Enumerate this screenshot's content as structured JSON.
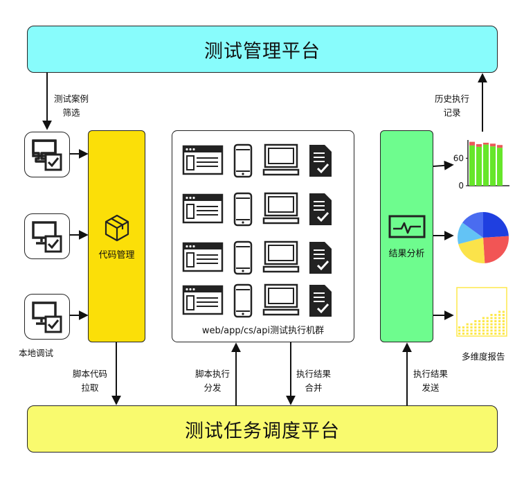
{
  "top_panel": {
    "title": "测试管理平台"
  },
  "bottom_panel": {
    "title": "测试任务调度平台"
  },
  "code_mgmt": {
    "label": "代码管理"
  },
  "result_analysis": {
    "label": "结果分析"
  },
  "cluster": {
    "label": "web/app/cs/api测试执行机群"
  },
  "local_debug": {
    "label": "本地调试"
  },
  "multi_report": {
    "label": "多维度报告"
  },
  "flows": {
    "case_filter": [
      "测试案例",
      "筛选"
    ],
    "history": [
      "历史执行",
      "记录"
    ],
    "pull_code": [
      "脚本代码",
      "拉取"
    ],
    "dispatch": [
      "脚本执行",
      "分发"
    ],
    "merge": [
      "执行结果",
      "合并"
    ],
    "send": [
      "执行结果",
      "发送"
    ]
  },
  "mini_bar": {
    "values": [
      88,
      85,
      90,
      86,
      83
    ],
    "caps": [
      8,
      6,
      4,
      6,
      6
    ],
    "ylim": [
      0,
      100
    ],
    "ticks": [
      "0",
      "60"
    ],
    "colors": {
      "bar": "#66e62a",
      "cap": "#ea5a5a"
    }
  },
  "mini_pie": {
    "slices": [
      {
        "value": 24,
        "color": "#1f3fe0"
      },
      {
        "value": 25,
        "color": "#f25555"
      },
      {
        "value": 22,
        "color": "#fbe34a"
      },
      {
        "value": 14,
        "color": "#63c3f5"
      },
      {
        "value": 15,
        "color": "#4a6cf0"
      }
    ]
  },
  "mini_dots": {
    "color": "#fde84a"
  },
  "colors": {
    "top_panel": "#88fcfc",
    "bottom_panel": "#f9fa6e",
    "code_box": "#fbdf08",
    "result_box": "#6efc8e"
  }
}
